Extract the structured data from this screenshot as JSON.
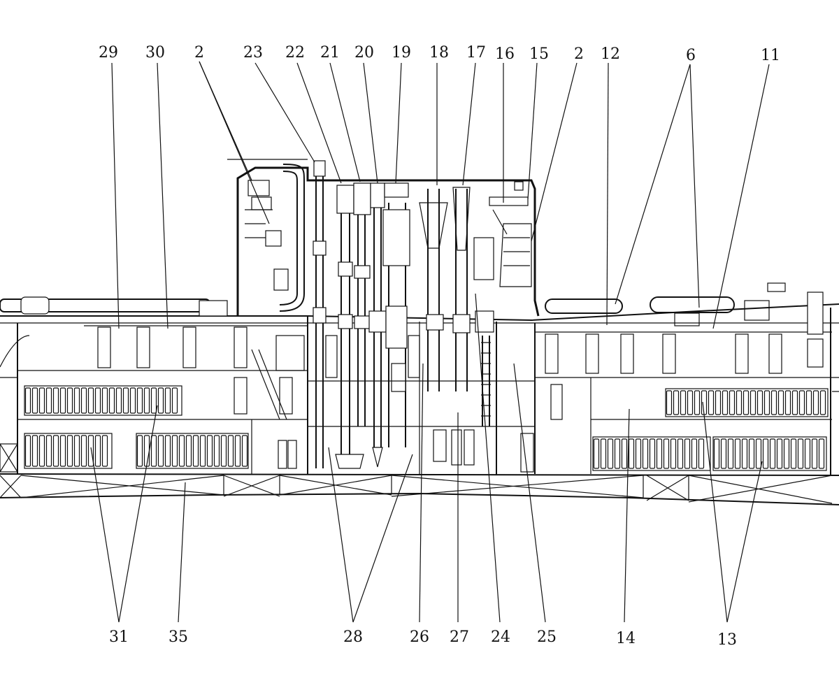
{
  "diagram": {
    "labels_top": [
      "29",
      "30",
      "2",
      "23",
      "22",
      "21",
      "20",
      "19",
      "18",
      "17",
      "16",
      "15",
      "2",
      "12",
      "6",
      "11"
    ],
    "labels_bottom": [
      "31",
      "35",
      "28",
      "26",
      "27",
      "24",
      "25",
      "14",
      "13"
    ]
  }
}
